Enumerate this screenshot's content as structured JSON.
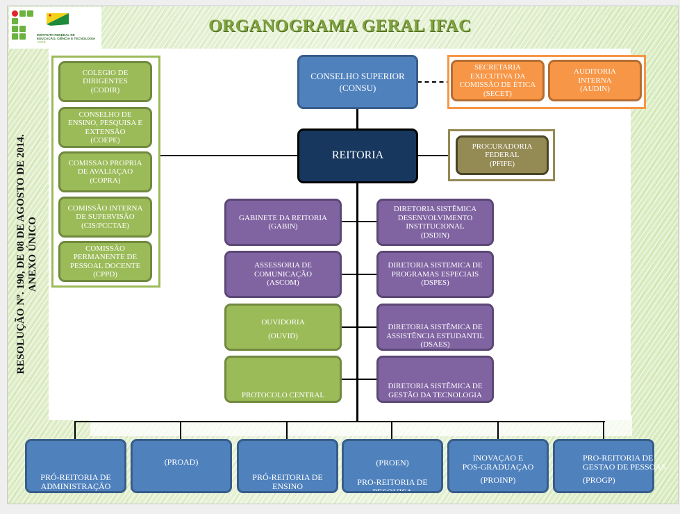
{
  "header": {
    "title": "ORGANOGRAMA GERAL IFAC",
    "logo_text_line1": "INSTITUTO FEDERAL DE",
    "logo_text_line2": "EDUCAÇÃO, CIÊNCIA E TECNOLOGIA",
    "logo_text_line3": "ACRE",
    "logo_icon": "ifac-logo-icon",
    "flag_icon": "acre-flag-icon"
  },
  "side_label": {
    "line1": "RESOLUÇÃO Nº. 190, DE 08 DE AGOSTO DE 2014.",
    "line2": "ANEXO ÚNICO"
  },
  "colors": {
    "green": "#9bbb59",
    "purple": "#8064a2",
    "blue": "#4f81bd",
    "orange": "#f79646",
    "olive": "#948a54",
    "navy": "#17375e",
    "title_green": "#7fa23e"
  },
  "top": {
    "consu": [
      "CONSELHO SUPERIOR",
      "(CONSU)"
    ],
    "reitoria": "REITORIA",
    "secet": [
      "SECRETARIA",
      "EXECUTIVA DA",
      "COMISSÃO DE ÉTICA",
      "(SECET)"
    ],
    "audin": [
      "AUDITORIA",
      "INTERNA",
      "(AUDIN)"
    ],
    "pfife": [
      "PROCURADORIA",
      "FEDERAL",
      "(PFIFE)"
    ]
  },
  "councils": [
    [
      "COLEGIO DE",
      "DIRIGENTES",
      "(CODIR)"
    ],
    [
      "CONSELHO DE",
      "ENSINO, PESQUISA E",
      "EXTENSÃO",
      "(COEPE)"
    ],
    [
      "COMISSAO PROPRIA",
      "DE AVALIAÇAO",
      "(COPRA)"
    ],
    [
      "COMISSÃO INTERNA",
      "DE SUPERVISÃO",
      "(CIS/PCCTAE)"
    ],
    [
      "COMISSÃO",
      "PERMANENTE DE",
      "PESSOAL DOCENTE",
      "(CPPD)"
    ]
  ],
  "left_units": [
    [
      "GABINETE DA REITORIA",
      "(GABIN)"
    ],
    [
      "ASSESSORIA DE",
      "COMUNICAÇÃO",
      "(ASCOM)"
    ],
    [
      "OUVIDORIA",
      "(OUVID)"
    ],
    [
      "PROTOCOLO CENTRAL"
    ]
  ],
  "right_units": [
    [
      "DIRETORIA SISTÊMICA",
      "DESENVOLVIMENTO",
      "INSTITUCIONAL",
      "(DSDIN)"
    ],
    [
      "DIRETORIA SISTEMICA DE",
      "PROGRAMAS ESPECIAIS",
      "(DSPES)"
    ],
    [
      "DIRETORIA SISTÊMICA DE",
      "ASSISTÊNCIA ESTUDANTIL",
      "(DSAES)"
    ],
    [
      "DIRETORIA SISTÊMICA DE",
      "GESTÃO DA TECNOLOGIA"
    ]
  ],
  "pro_reitorias": [
    [
      "PRÓ-REITORIA DE",
      "ADMINISTRAÇÃO"
    ],
    [
      "(PROAD)"
    ],
    [
      "PRÓ-REITORIA DE",
      "ENSINO"
    ],
    [
      "(PROEN)",
      "PRO-REITORIA DE",
      "PESQUISA"
    ],
    [
      "INOVAÇAO E",
      "POS-GRADUAÇAO",
      "(PROINP)"
    ],
    [
      "PRO-REITORIA DE",
      "GESTAO DE PESSOAS",
      "(PROGP)"
    ]
  ]
}
